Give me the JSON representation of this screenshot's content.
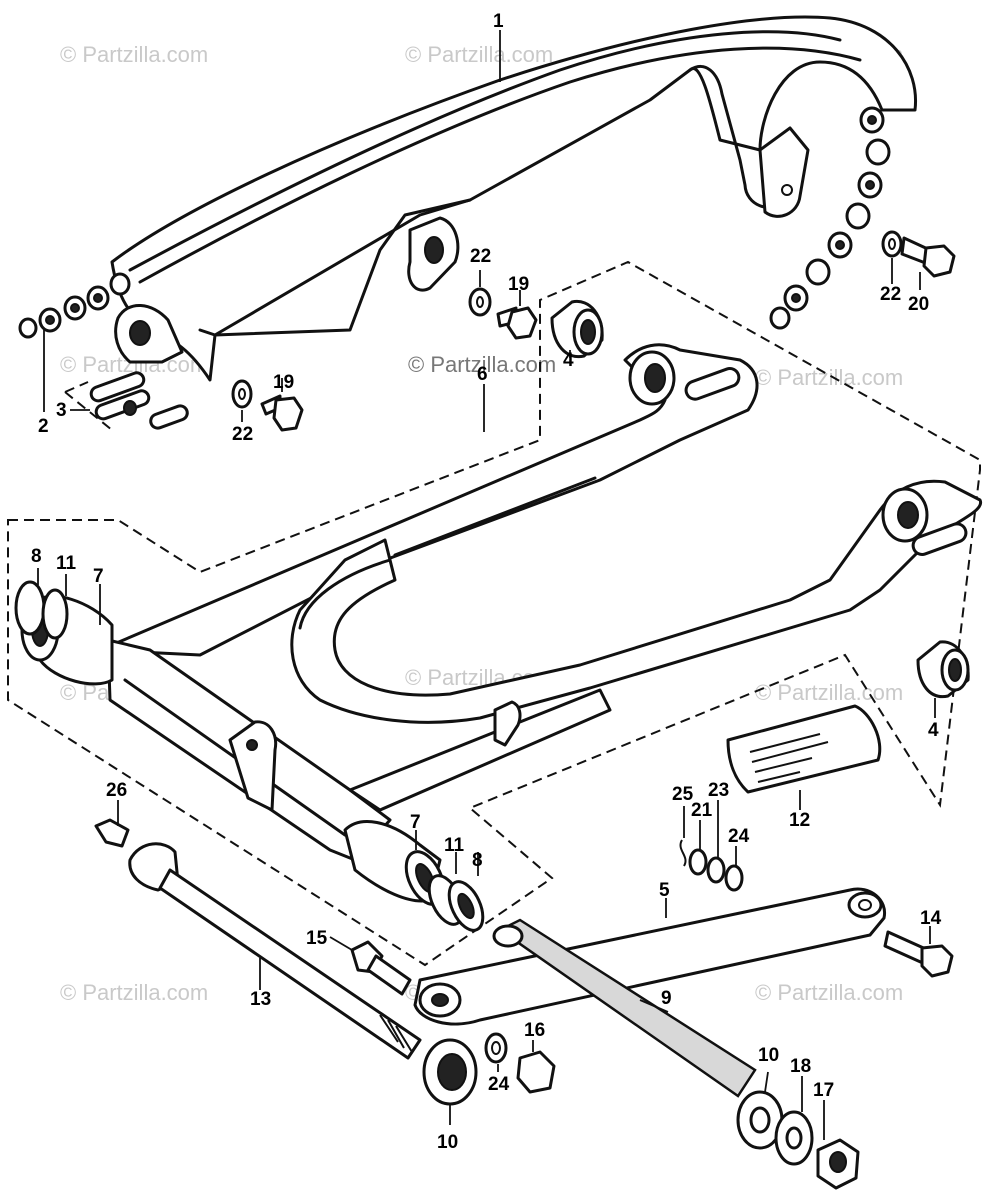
{
  "watermark": "© Partzilla.com",
  "center_watermark": "© Partzilla.com",
  "callouts": {
    "c1": "1",
    "c2": "2",
    "c3": "3",
    "c4a": "4",
    "c4b": "4",
    "c5": "5",
    "c6": "6",
    "c7a": "7",
    "c7b": "7",
    "c8a": "8",
    "c8b": "8",
    "c9": "9",
    "c10a": "10",
    "c10b": "10",
    "c11a": "11",
    "c11b": "11",
    "c12": "12",
    "c13": "13",
    "c14": "14",
    "c15": "15",
    "c16": "16",
    "c17": "17",
    "c18": "18",
    "c19a": "19",
    "c19b": "19",
    "c20": "20",
    "c21": "21",
    "c22a": "22",
    "c22b": "22",
    "c22c": "22",
    "c23": "23",
    "c24a": "24",
    "c24b": "24",
    "c25": "25",
    "c26": "26"
  },
  "colors": {
    "ink": "#111111",
    "watermark": "#c9c9c9",
    "paper": "#ffffff"
  }
}
